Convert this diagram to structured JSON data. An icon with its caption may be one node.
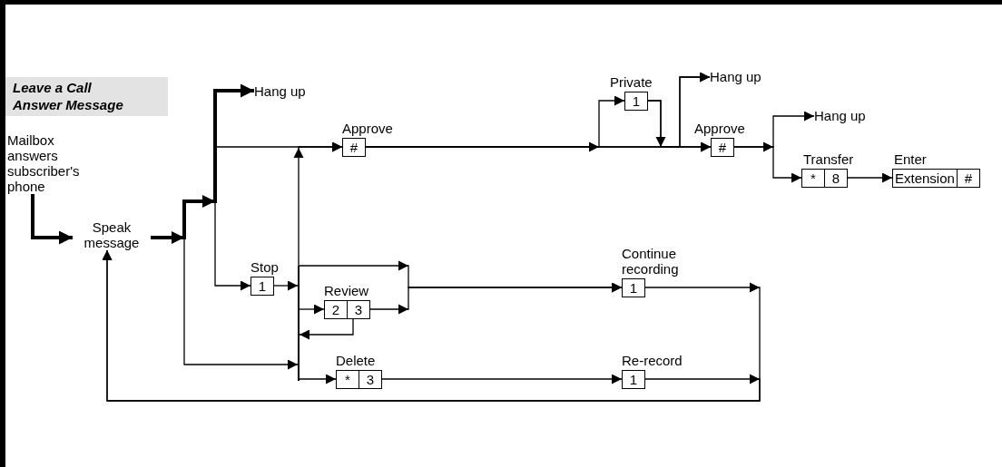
{
  "diagram": {
    "title": "Leave a Call Answer Message",
    "nodes": [
      {
        "text": [
          "Mailbox answers subscriber's phone"
        ]
      },
      {
        "text": [
          "Speak message"
        ]
      },
      {
        "text": [
          "Hang up"
        ]
      },
      {
        "text": [
          "Approve",
          "#"
        ]
      },
      {
        "text": [
          "Private",
          "1"
        ]
      },
      {
        "text": [
          "Hang up"
        ]
      },
      {
        "text": [
          "Approve",
          "#"
        ]
      },
      {
        "text": [
          "Hang up"
        ]
      },
      {
        "text": [
          "Transfer",
          "*",
          "8"
        ]
      },
      {
        "text": [
          "Enter",
          "Extension",
          "#"
        ]
      },
      {
        "text": [
          "Stop",
          "1"
        ]
      },
      {
        "text": [],
        "shape": "bar"
      },
      {
        "text": [
          "Review",
          "2",
          "3"
        ]
      },
      {
        "text": [
          "Continue recording",
          "1"
        ]
      },
      {
        "text": [
          "Delete",
          "*",
          "3"
        ]
      },
      {
        "text": [
          "Re-record",
          "1"
        ]
      }
    ],
    "edges": [
      {
        "from": 0,
        "to": 1,
        "arrow": "to",
        "style": "thick"
      },
      {
        "from": 1,
        "to": 2,
        "arrow": "to",
        "style": "thick"
      },
      {
        "from": 1,
        "to": 3,
        "arrow": "to"
      },
      {
        "from": 1,
        "to": 10,
        "arrow": "to"
      },
      {
        "from": 1,
        "to": 11,
        "arrow": "to"
      },
      {
        "from": 10,
        "to": 11,
        "arrow": "to"
      },
      {
        "from": 11,
        "to": 3,
        "arrow": "to"
      },
      {
        "from": 11,
        "to": 12,
        "arrow": "to"
      },
      {
        "from": 11,
        "to": 14,
        "arrow": "to"
      },
      {
        "from": 11,
        "to": 13,
        "arrow": "to"
      },
      {
        "from": 12,
        "to": 13,
        "arrow": "to"
      },
      {
        "from": 12,
        "to": 11,
        "arrow": "to"
      },
      {
        "from": 14,
        "to": 15,
        "arrow": "to"
      },
      {
        "from": 13,
        "to": 1,
        "arrow": "to"
      },
      {
        "from": 15,
        "to": 1,
        "arrow": "to"
      },
      {
        "from": 3,
        "to": 4,
        "arrow": "to"
      },
      {
        "from": 3,
        "to": 6,
        "arrow": "to"
      },
      {
        "from": 4,
        "to": 6,
        "arrow": "to"
      },
      {
        "from": 3,
        "to": 5,
        "arrow": "to"
      },
      {
        "from": 4,
        "to": 5,
        "arrow": "to"
      },
      {
        "from": 6,
        "to": 7,
        "arrow": "to"
      },
      {
        "from": 6,
        "to": 8,
        "arrow": "to"
      },
      {
        "from": 8,
        "to": 9,
        "arrow": "to"
      }
    ]
  }
}
